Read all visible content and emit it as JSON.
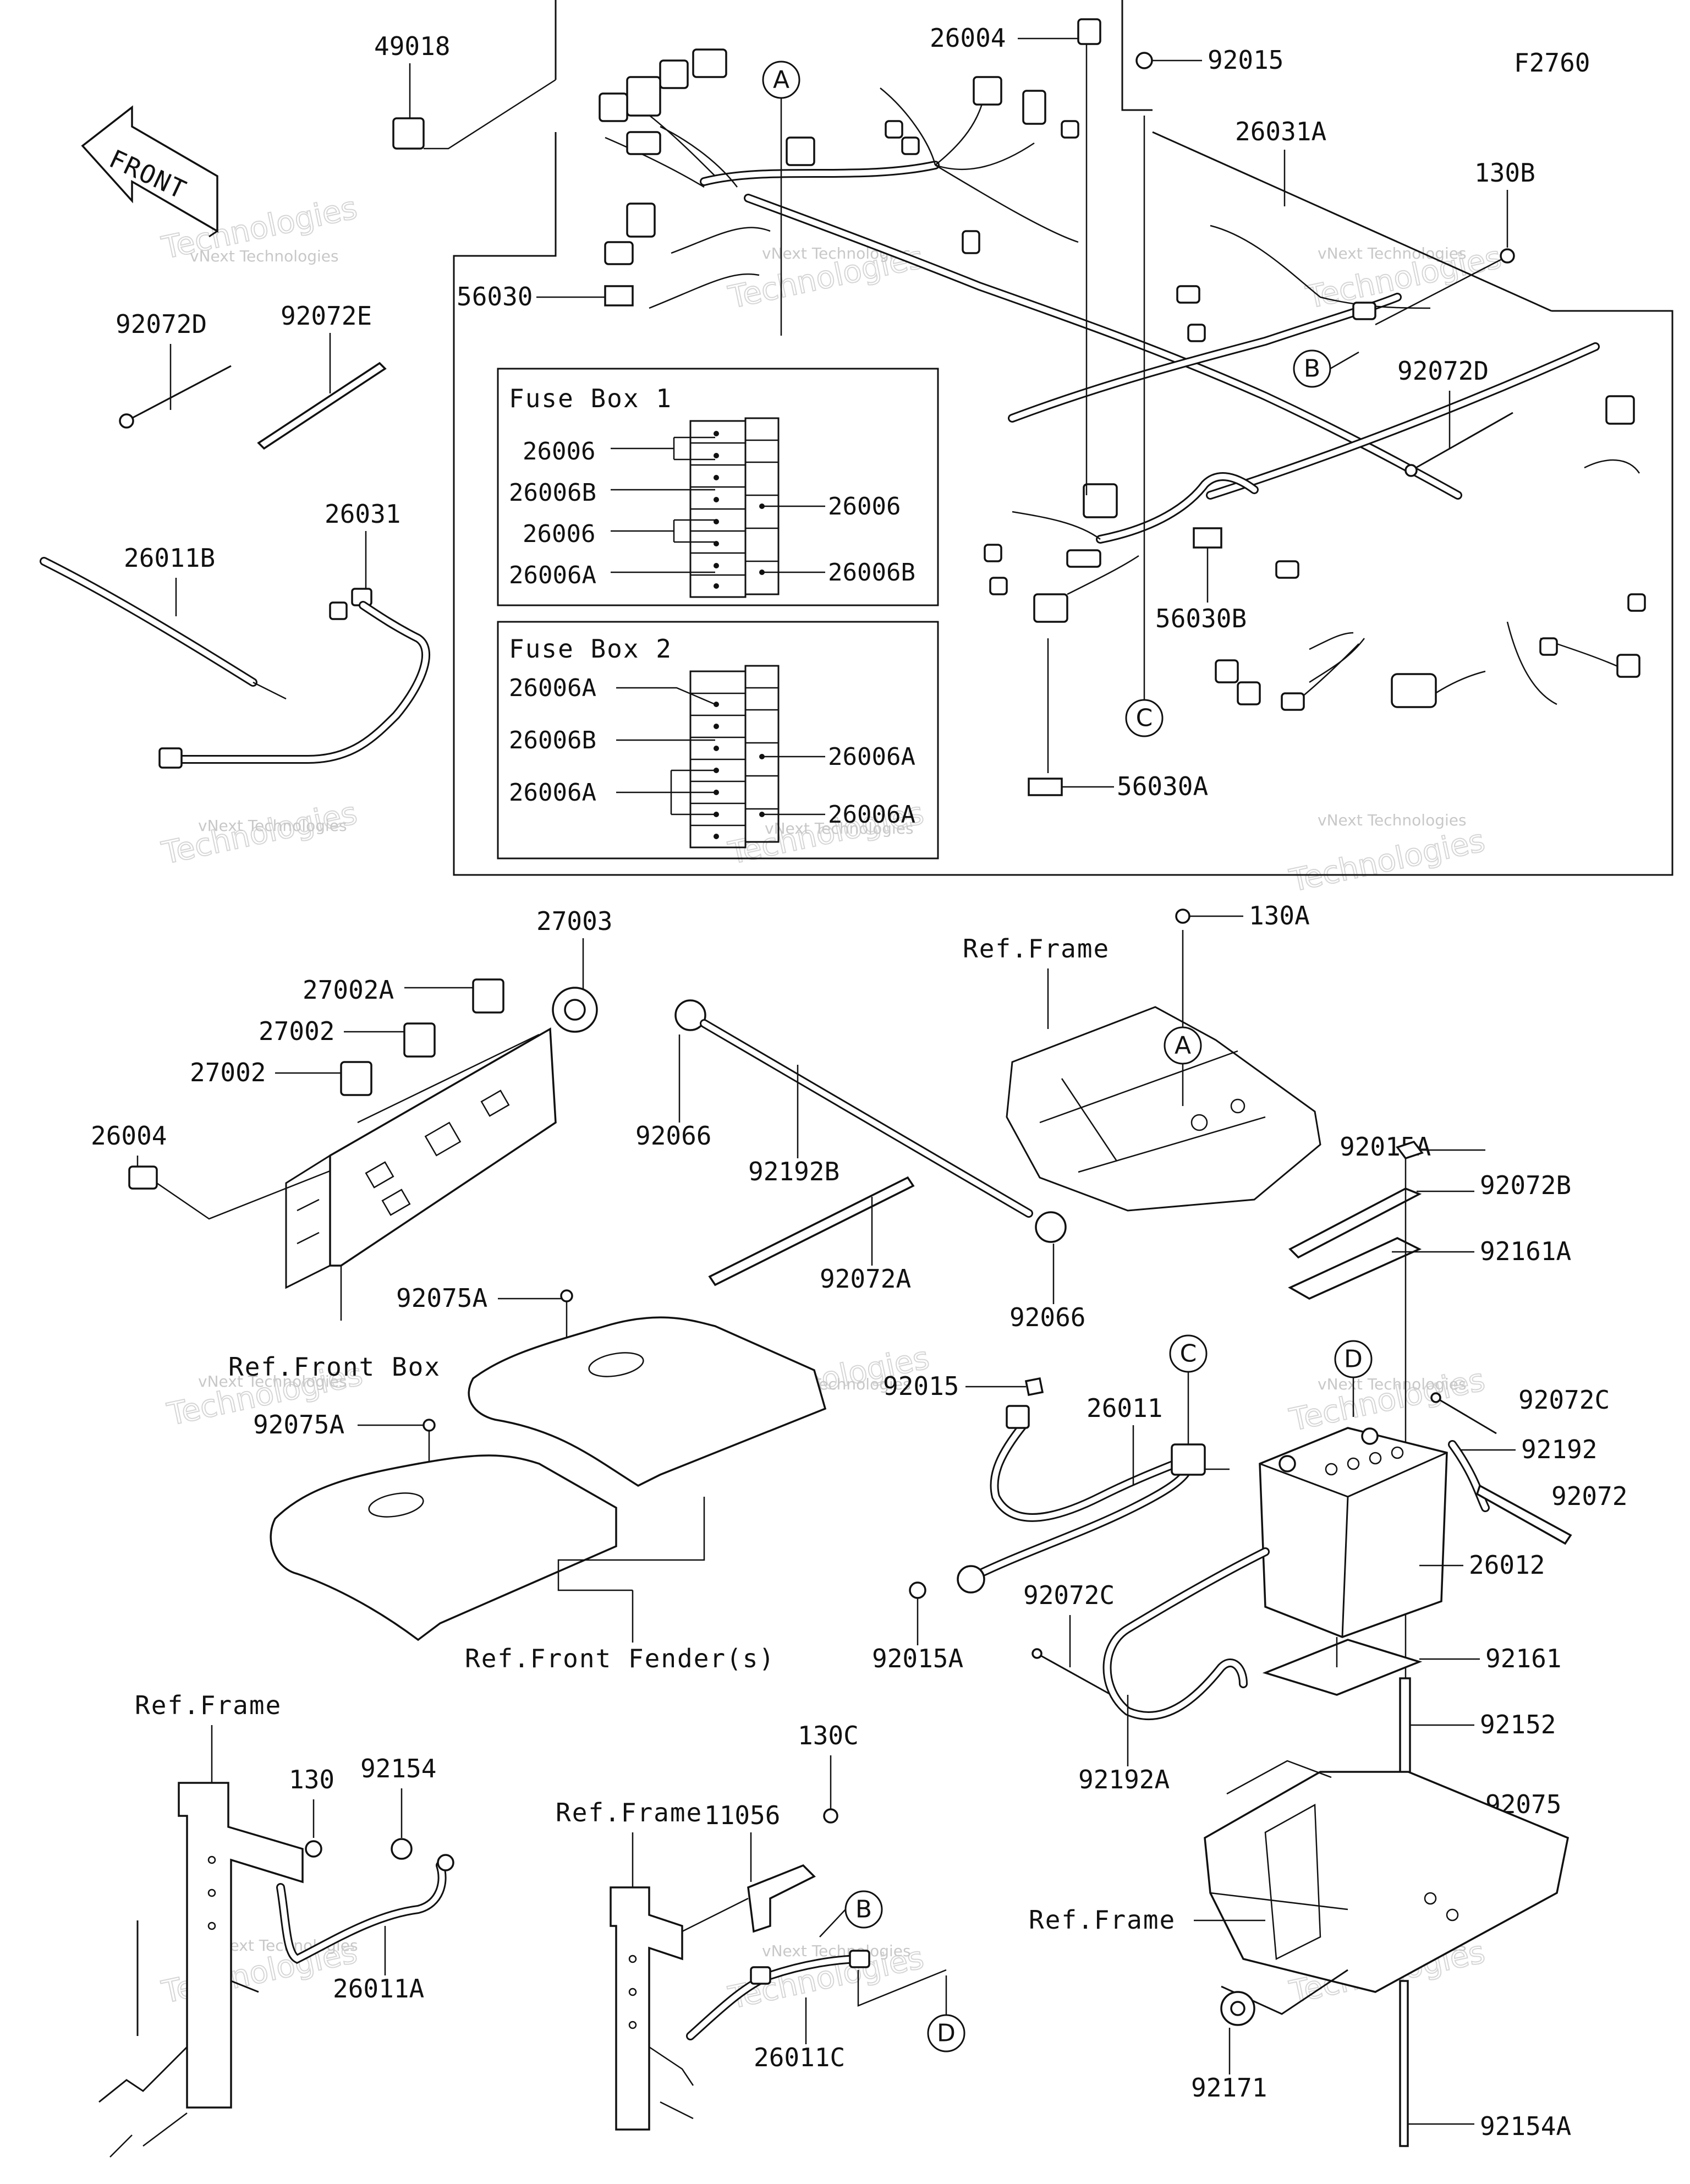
{
  "diagram_id": "F2760",
  "direction_label": "FRONT",
  "watermark": {
    "company": "vNext Technologies",
    "brand": "Technologies"
  },
  "fuse_box_1": {
    "title": "Fuse Box 1",
    "left_labels": [
      "26006",
      "26006B",
      "26006",
      "26006A"
    ],
    "right_labels": [
      "26006",
      "26006B"
    ]
  },
  "fuse_box_2": {
    "title": "Fuse Box 2",
    "left_labels": [
      "26006A",
      "26006B",
      "26006A"
    ],
    "right_labels": [
      "26006A",
      "26006A"
    ]
  },
  "callouts": [
    "A",
    "B",
    "C",
    "D"
  ],
  "references": {
    "ref_frame": "Ref.Frame",
    "ref_front_box": "Ref.Front Box",
    "ref_front_fenders": "Ref.Front Fender(s)"
  },
  "part_numbers": {
    "p49018": "49018",
    "p26004_top": "26004",
    "p92015_top": "92015",
    "p26031A": "26031A",
    "p130B": "130B",
    "p92072D_left": "92072D",
    "p92072E": "92072E",
    "p56030": "56030",
    "p92072D_right": "92072D",
    "p26031": "26031",
    "p26011B": "26011B",
    "p56030B": "56030B",
    "p56030A": "56030A",
    "p27003": "27003",
    "p27002A": "27002A",
    "p27002_a": "27002",
    "p27002_b": "27002",
    "p26004_left": "26004",
    "p92066_a": "92066",
    "p92192B": "92192B",
    "p92072A": "92072A",
    "p92066_b": "92066",
    "p130A": "130A",
    "p92015A_top": "92015A",
    "p92072B": "92072B",
    "p92161A": "92161A",
    "p92075A_a": "92075A",
    "p92075A_b": "92075A",
    "p92015_mid": "92015",
    "p26011": "26011",
    "p92072C_right": "92072C",
    "p92192": "92192",
    "p92072": "92072",
    "p26012": "26012",
    "p92015A_mid": "92015A",
    "p92072C_mid": "92072C",
    "p92161": "92161",
    "p92152": "92152",
    "p92192A": "92192A",
    "p92075": "92075",
    "p130": "130",
    "p92154": "92154",
    "p26011A": "26011A",
    "p11056": "11056",
    "p130C": "130C",
    "p26011C": "26011C",
    "p92171": "92171",
    "p92154A": "92154A"
  }
}
